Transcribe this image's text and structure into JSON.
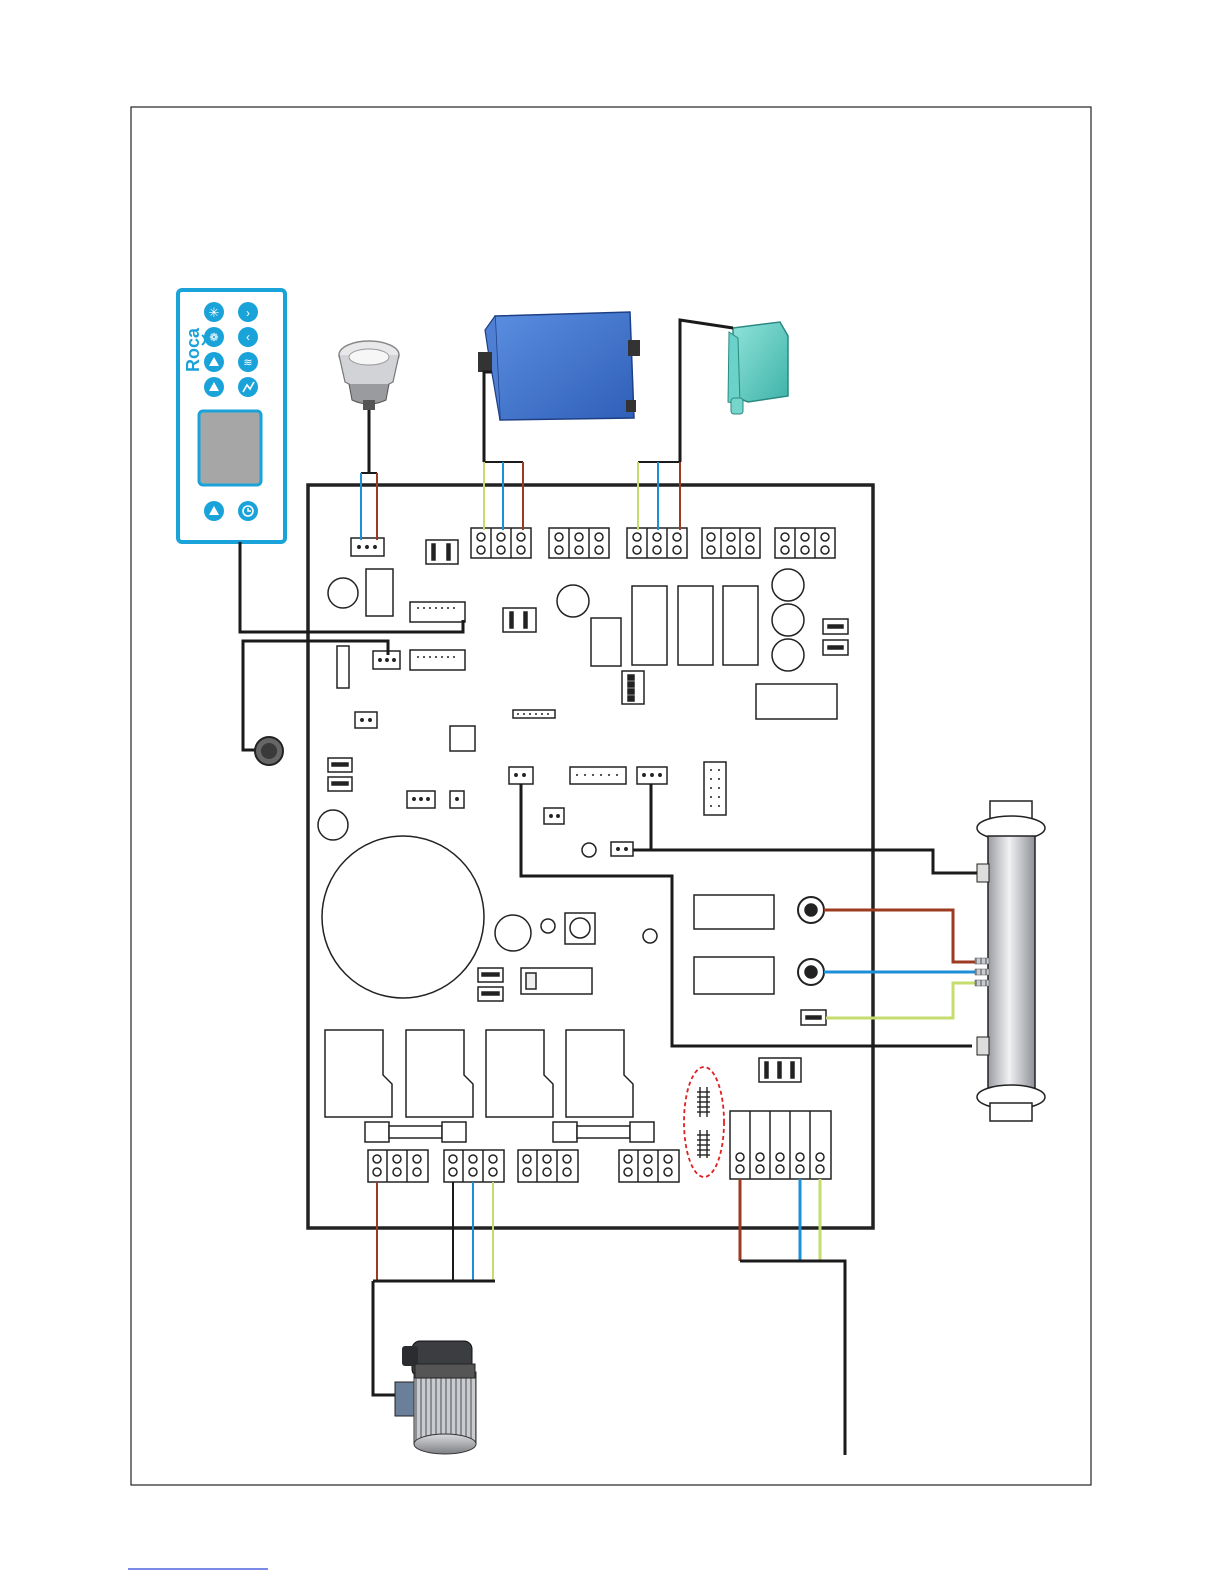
{
  "diagram": {
    "type": "wiring-diagram",
    "control_panel": {
      "brand": "Roca",
      "buttons": [
        {
          "icon": "light-icon"
        },
        {
          "icon": "chevron-right-icon"
        },
        {
          "icon": "air-blower-icon"
        },
        {
          "icon": "chevron-left-icon"
        },
        {
          "icon": "triangle-up-icon"
        },
        {
          "icon": "waves-icon"
        },
        {
          "icon": "triangle-up-icon"
        },
        {
          "icon": "ozone-icon"
        },
        {
          "icon": "triangle-up-icon"
        },
        {
          "icon": "clock-icon"
        }
      ],
      "display_color": "#a6a6a6",
      "panel_color": "#1aa3d9"
    },
    "components": [
      {
        "name": "spotlight-lamp",
        "icon": "spotlight-icon"
      },
      {
        "name": "blower-motor",
        "icon": "blower-icon",
        "color": "#3a6fc7"
      },
      {
        "name": "ozonator",
        "icon": "ozonator-icon",
        "color": "#5ec9c0"
      },
      {
        "name": "level-sensor",
        "icon": "sensor-icon"
      },
      {
        "name": "heater",
        "icon": "heater-icon"
      },
      {
        "name": "pump-motor",
        "icon": "pump-icon"
      }
    ],
    "wire_colors": {
      "brown": "#9c3b22",
      "blue": "#1c8fd8",
      "yellow-green": "#c5dc6e",
      "black": "#1a1a1a"
    },
    "highlight_color": "#e02020"
  }
}
